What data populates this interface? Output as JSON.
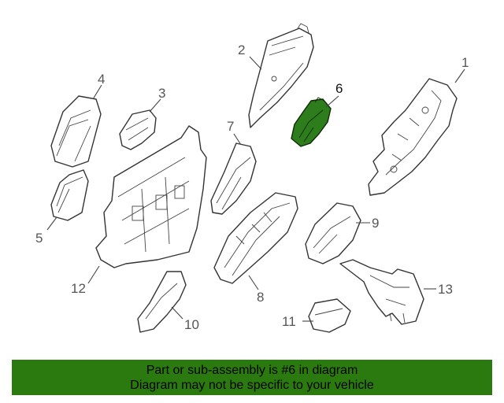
{
  "diagram": {
    "callouts": [
      "1",
      "2",
      "3",
      "4",
      "5",
      "6",
      "7",
      "8",
      "9",
      "10",
      "11",
      "12",
      "13"
    ],
    "highlighted": "6",
    "colors": {
      "highlight": "#2e7d1c",
      "banner": "#2b7a0f",
      "line": "#333333"
    }
  },
  "banner": {
    "line1": "Part or sub-assembly is #6 in diagram",
    "line2": "Diagram may not be specific to your vehicle"
  }
}
